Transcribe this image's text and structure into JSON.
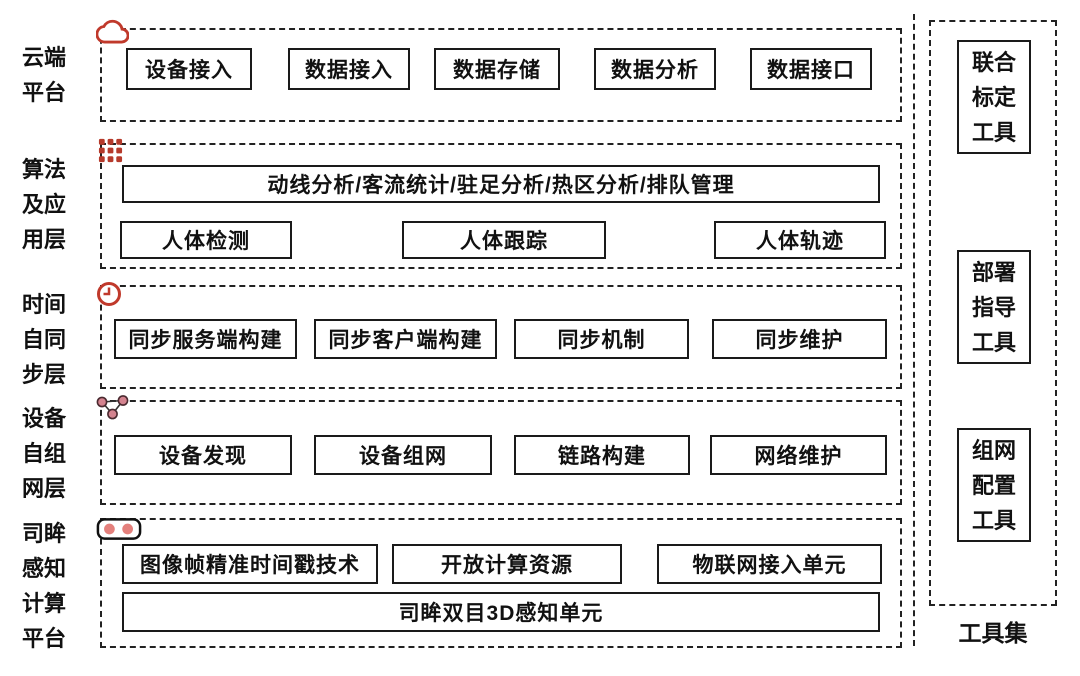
{
  "colors": {
    "accent_red": "#c0392b",
    "node_pink": "#d4838f",
    "lens_pink": "#e4807c",
    "line_black": "#1a1a1a"
  },
  "layers": [
    {
      "name": "cloud-platform-layer",
      "icon": "cloud-icon",
      "label_lines": [
        "云端",
        "平台"
      ],
      "boxes": [
        "设备接入",
        "数据接入",
        "数据存储",
        "数据分析",
        "数据接口"
      ]
    },
    {
      "name": "algorithm-application-layer",
      "icon": "app-grid-icon",
      "label_lines": [
        "算法",
        "及应",
        "用层"
      ],
      "banner": "动线分析/客流统计/驻足分析/热区分析/排队管理",
      "boxes": [
        "人体检测",
        "人体跟踪",
        "人体轨迹"
      ]
    },
    {
      "name": "time-self-sync-layer",
      "icon": "clock-icon",
      "label_lines": [
        "时间",
        "自同",
        "步层"
      ],
      "boxes": [
        "同步服务端构建",
        "同步客户端构建",
        "同步机制",
        "同步维护"
      ]
    },
    {
      "name": "device-self-network-layer",
      "icon": "network-icon",
      "label_lines": [
        "设备",
        "自组",
        "网层"
      ],
      "boxes": [
        "设备发现",
        "设备组网",
        "链路构建",
        "网络维护"
      ]
    },
    {
      "name": "simou-perception-platform",
      "icon": "stereo-camera-icon",
      "label_lines": [
        "司眸",
        "感知",
        "计算",
        "平台"
      ],
      "boxes": [
        "图像帧精准时间戳技术",
        "开放计算资源",
        "物联网接入单元"
      ],
      "banner": "司眸双目3D感知单元"
    }
  ],
  "toolset": {
    "caption": "工具集",
    "tools": [
      {
        "label_lines": [
          "联合",
          "标定",
          "工具"
        ]
      },
      {
        "label_lines": [
          "部署",
          "指导",
          "工具"
        ]
      },
      {
        "label_lines": [
          "组网",
          "配置",
          "工具"
        ]
      }
    ]
  }
}
